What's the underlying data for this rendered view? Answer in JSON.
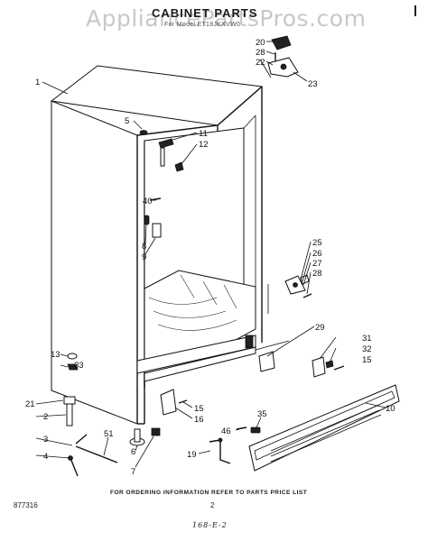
{
  "watermark": "AppliancePartsPros.com",
  "title": "CABINET PARTS",
  "subtitle": "For Model ET18JKXVW0",
  "footer": {
    "ordering_note": "FOR ORDERING INFORMATION REFER TO PARTS PRICE LIST",
    "doc_number": "877316",
    "page_number": "2",
    "handwritten": "168-E-2"
  },
  "callouts": [
    "1",
    "2",
    "3",
    "4",
    "5",
    "6",
    "7",
    "8",
    "9",
    "10",
    "11",
    "12",
    "13",
    "15",
    "15",
    "15",
    "16",
    "19",
    "20",
    "21",
    "22",
    "23",
    "25",
    "26",
    "27",
    "28",
    "28",
    "29",
    "31",
    "32",
    "33",
    "35",
    "40",
    "46",
    "51"
  ]
}
